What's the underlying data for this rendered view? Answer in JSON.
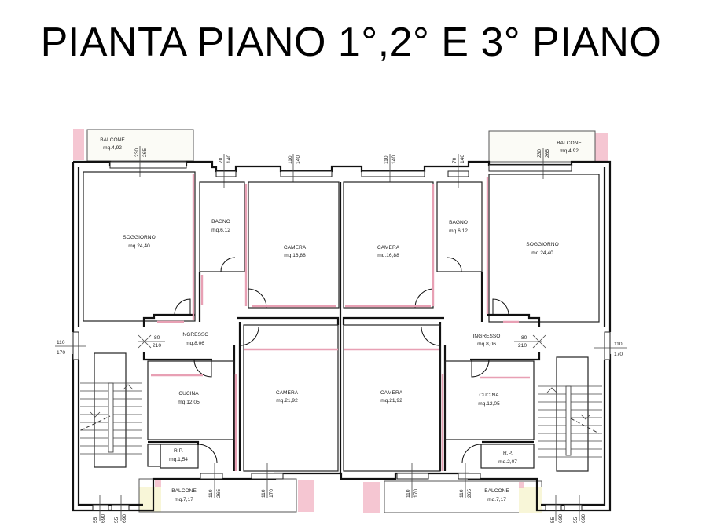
{
  "title": "PIANTA PIANO 1°,2° E  3° PIANO",
  "colors": {
    "wall": "#111111",
    "demolition_marks": "#e8a0b4",
    "balcony_pink": "#f3b8c7",
    "balcony_yellow": "#f8f6d8",
    "background": "#ffffff"
  },
  "rooms": {
    "left": {
      "balcone_top": {
        "name": "BALCONE",
        "area": "mq.4,92"
      },
      "soggiorno": {
        "name": "SOGGIORNO",
        "area": "mq.24,40"
      },
      "bagno": {
        "name": "BAGNO",
        "area": "mq.6,12"
      },
      "camera_top": {
        "name": "CAMERA",
        "area": "mq.16,88"
      },
      "ingresso": {
        "name": "INGRESSO",
        "area": "mq.8,06"
      },
      "cucina": {
        "name": "CUCINA",
        "area": "mq.12,05"
      },
      "camera_bottom": {
        "name": "CAMERA",
        "area": "mq.21,92"
      },
      "rip": {
        "name": "RIP.",
        "area": "mq.1,54"
      },
      "balcone_bottom": {
        "name": "BALCONE",
        "area": "mq.7,17"
      }
    },
    "right": {
      "balcone_top": {
        "name": "BALCONE",
        "area": "mq.4,92"
      },
      "soggiorno": {
        "name": "SOGGIORNO",
        "area": "mq.24,40"
      },
      "bagno": {
        "name": "BAGNO",
        "area": "mq.6,12"
      },
      "camera_top": {
        "name": "CAMERA",
        "area": "mq.16,88"
      },
      "ingresso": {
        "name": "INGRESSO",
        "area": "mq.8,06"
      },
      "cucina": {
        "name": "CUCINA",
        "area": "mq.12,05"
      },
      "camera_bottom": {
        "name": "CAMERA",
        "area": "mq.21,92"
      },
      "rip": {
        "name": "R.P.",
        "area": "mq.2,07"
      },
      "balcone_bottom": {
        "name": "BALCONE",
        "area": "mq.7,17"
      }
    }
  },
  "dimensions": {
    "soggiorno_window": [
      "230",
      "265"
    ],
    "bagno_window": [
      "70",
      "140"
    ],
    "camera_top_window": [
      "110",
      "140"
    ],
    "entry_door": [
      "80",
      "210"
    ],
    "stair_window": [
      "110",
      "170"
    ],
    "stair_bottom_windows": [
      "55",
      "690",
      "55",
      "690"
    ],
    "balcony_door": [
      "110",
      "265"
    ],
    "camera_bottom_window": [
      "110",
      "170"
    ]
  }
}
